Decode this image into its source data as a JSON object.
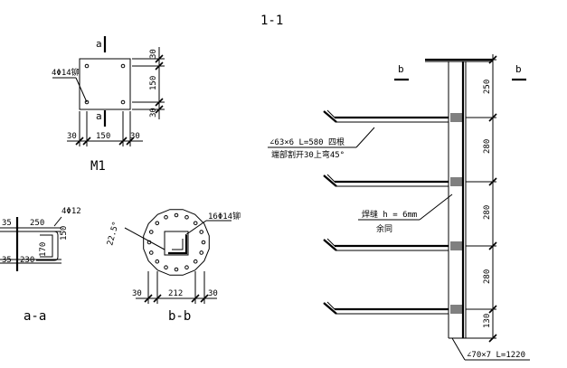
{
  "section_title": "1-1",
  "plate_m1": {
    "name": "M1",
    "cut_label_top": "a",
    "cut_label_bottom": "a",
    "bolt_label": "4Φ14铆",
    "dim_right_1": "30",
    "dim_right_2": "150",
    "dim_right_3": "30",
    "dim_bottom_1": "30",
    "dim_bottom_2": "150",
    "dim_bottom_3": "30"
  },
  "section_aa": {
    "name": "a-a",
    "bar_label": "4Φ12",
    "dim_top_left": "35",
    "dim_top": "250",
    "dim_vert_1": "150",
    "dim_vert_2": "170",
    "dim_bottom_left": "35",
    "dim_bottom": "230"
  },
  "section_bb": {
    "name": "b-b",
    "angle_label": "22.5°",
    "bolt_label": "16Φ14铆",
    "dim_1": "30",
    "dim_2": "212",
    "dim_3": "30"
  },
  "elevation": {
    "cut_left": "b",
    "cut_right": "b",
    "dims": [
      "250",
      "280",
      "280",
      "280",
      "130"
    ],
    "angle_label_1": "∠63×6 L=580 四根",
    "angle_label_2": "端部割开30上弯45°",
    "weld_label_1": "焊缝 h = 6mm",
    "weld_label_2": "余同",
    "column_label": "∠70×7 L=1220"
  }
}
